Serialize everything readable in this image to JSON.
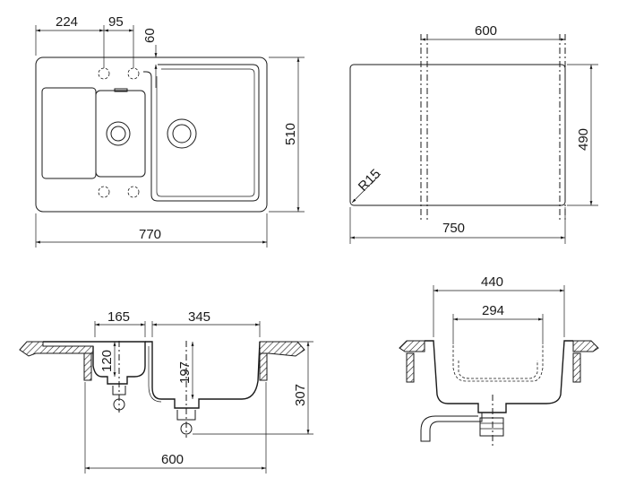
{
  "top_view": {
    "dims": {
      "left_offset": "224",
      "small_bowl_width": "95",
      "margin": "60",
      "height": "510",
      "width": "770"
    }
  },
  "cutout_view": {
    "dims": {
      "width_inner": "600",
      "height": "490",
      "radius": "R15",
      "width": "750"
    }
  },
  "section_view": {
    "dims": {
      "small_bowl": "165",
      "large_bowl": "345",
      "small_depth": "120",
      "large_depth": "197",
      "overall_depth": "307",
      "base_width": "600"
    }
  },
  "side_view": {
    "dims": {
      "outer_width": "440",
      "inner_width": "294"
    }
  }
}
